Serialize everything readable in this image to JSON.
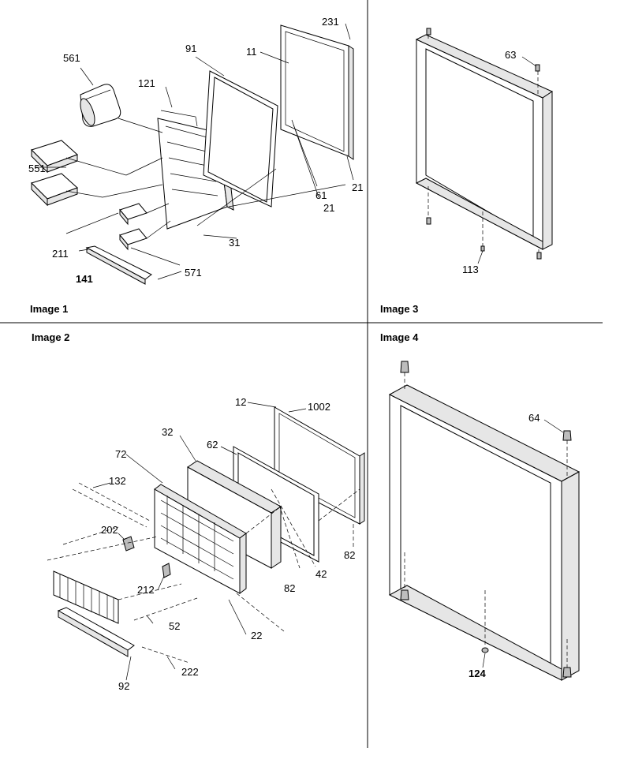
{
  "panels": {
    "image1": {
      "title": "Image 1",
      "labels": [
        "561",
        "121",
        "91",
        "11",
        "231",
        "551",
        "21",
        "61",
        "21",
        "31",
        "211",
        "571",
        "141"
      ]
    },
    "image2": {
      "title": "Image 2",
      "labels": [
        "12",
        "1002",
        "32",
        "62",
        "72",
        "132",
        "202",
        "42",
        "82",
        "82",
        "212",
        "52",
        "22",
        "222",
        "92"
      ]
    },
    "image3": {
      "title": "Image 3",
      "labels": [
        "63",
        "113"
      ]
    },
    "image4": {
      "title": "Image 4",
      "labels": [
        "64",
        "124"
      ]
    }
  }
}
